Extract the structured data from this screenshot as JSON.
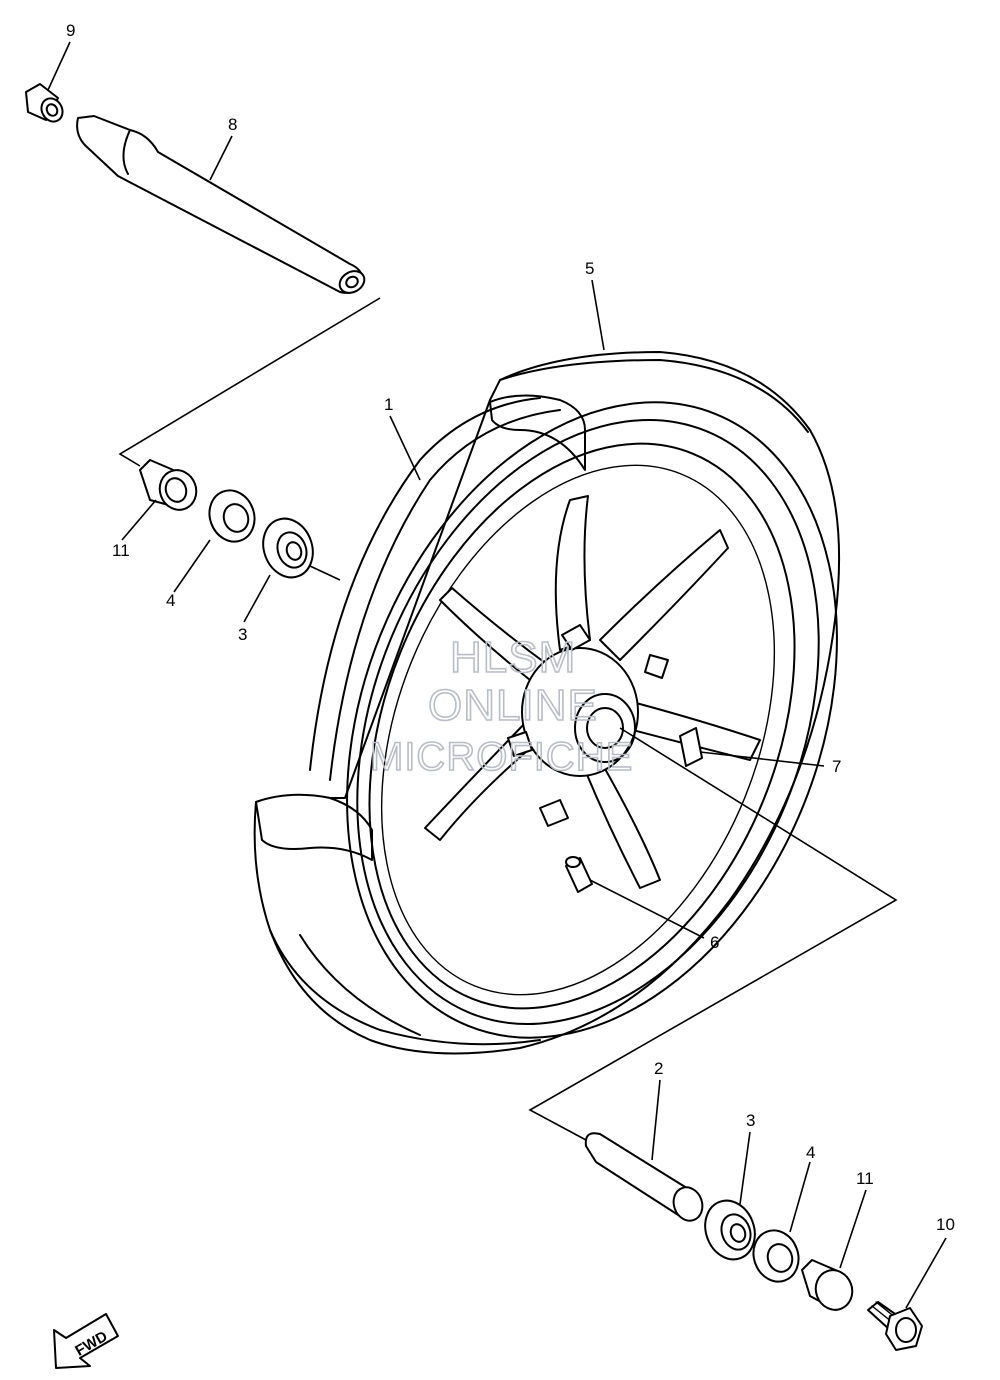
{
  "diagram": {
    "callouts": [
      "9",
      "8",
      "5",
      "1",
      "11",
      "4",
      "3",
      "7",
      "6",
      "2",
      "3",
      "4",
      "11",
      "10"
    ]
  },
  "watermark": {
    "line1": "HLSM",
    "line2": "ONLINE",
    "line3": "MICROFICHE"
  },
  "direction_arrow": {
    "label": "FWD"
  }
}
